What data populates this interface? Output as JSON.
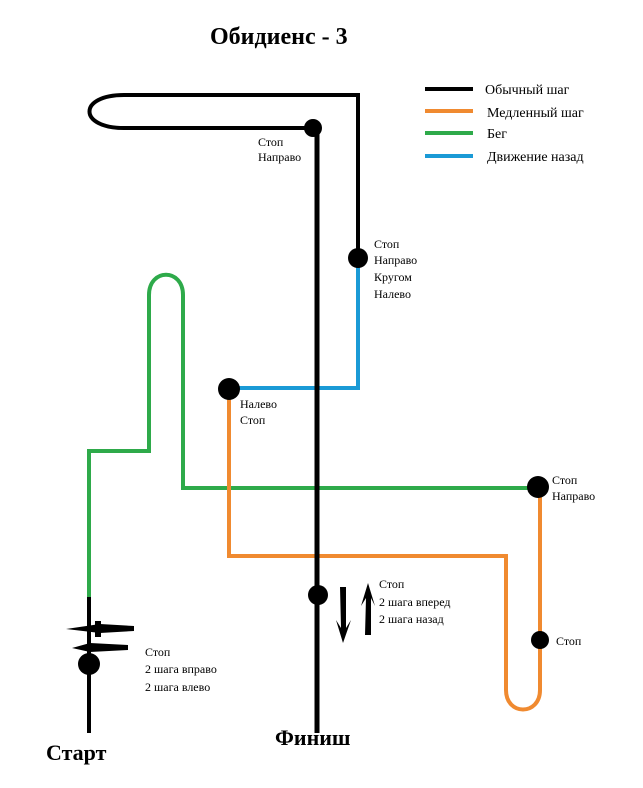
{
  "title": "Обидиенс - 3",
  "legend": {
    "items": [
      {
        "label": "Обычный шаг",
        "color": "#000000"
      },
      {
        "label": "Медленный шаг",
        "color": "#f08a30"
      },
      {
        "label": "Бег",
        "color": "#2eaa4a"
      },
      {
        "label": "Движение назад",
        "color": "#1a9ad6"
      }
    ]
  },
  "stations": {
    "top_right": {
      "line1": "Стоп",
      "line2": "Направо"
    },
    "right_upper": {
      "line1": "Стоп",
      "line2": "Направо",
      "line3": "Кругом",
      "line4": "Налево"
    },
    "left_mid": {
      "line1": "Налево",
      "line2": "Стоп"
    },
    "far_right": {
      "line1": "Стоп",
      "line2": "Направо"
    },
    "center_finish": {
      "line1": "Стоп",
      "line2": "2 шага вперед",
      "line3": "2 шага назад"
    },
    "right_lower": {
      "line1": "Стоп"
    },
    "start": {
      "line1": "Стоп",
      "line2": "2 шага вправо",
      "line3": "2 шага влево"
    }
  },
  "labels": {
    "start": "Старт",
    "finish": "Финиш"
  }
}
